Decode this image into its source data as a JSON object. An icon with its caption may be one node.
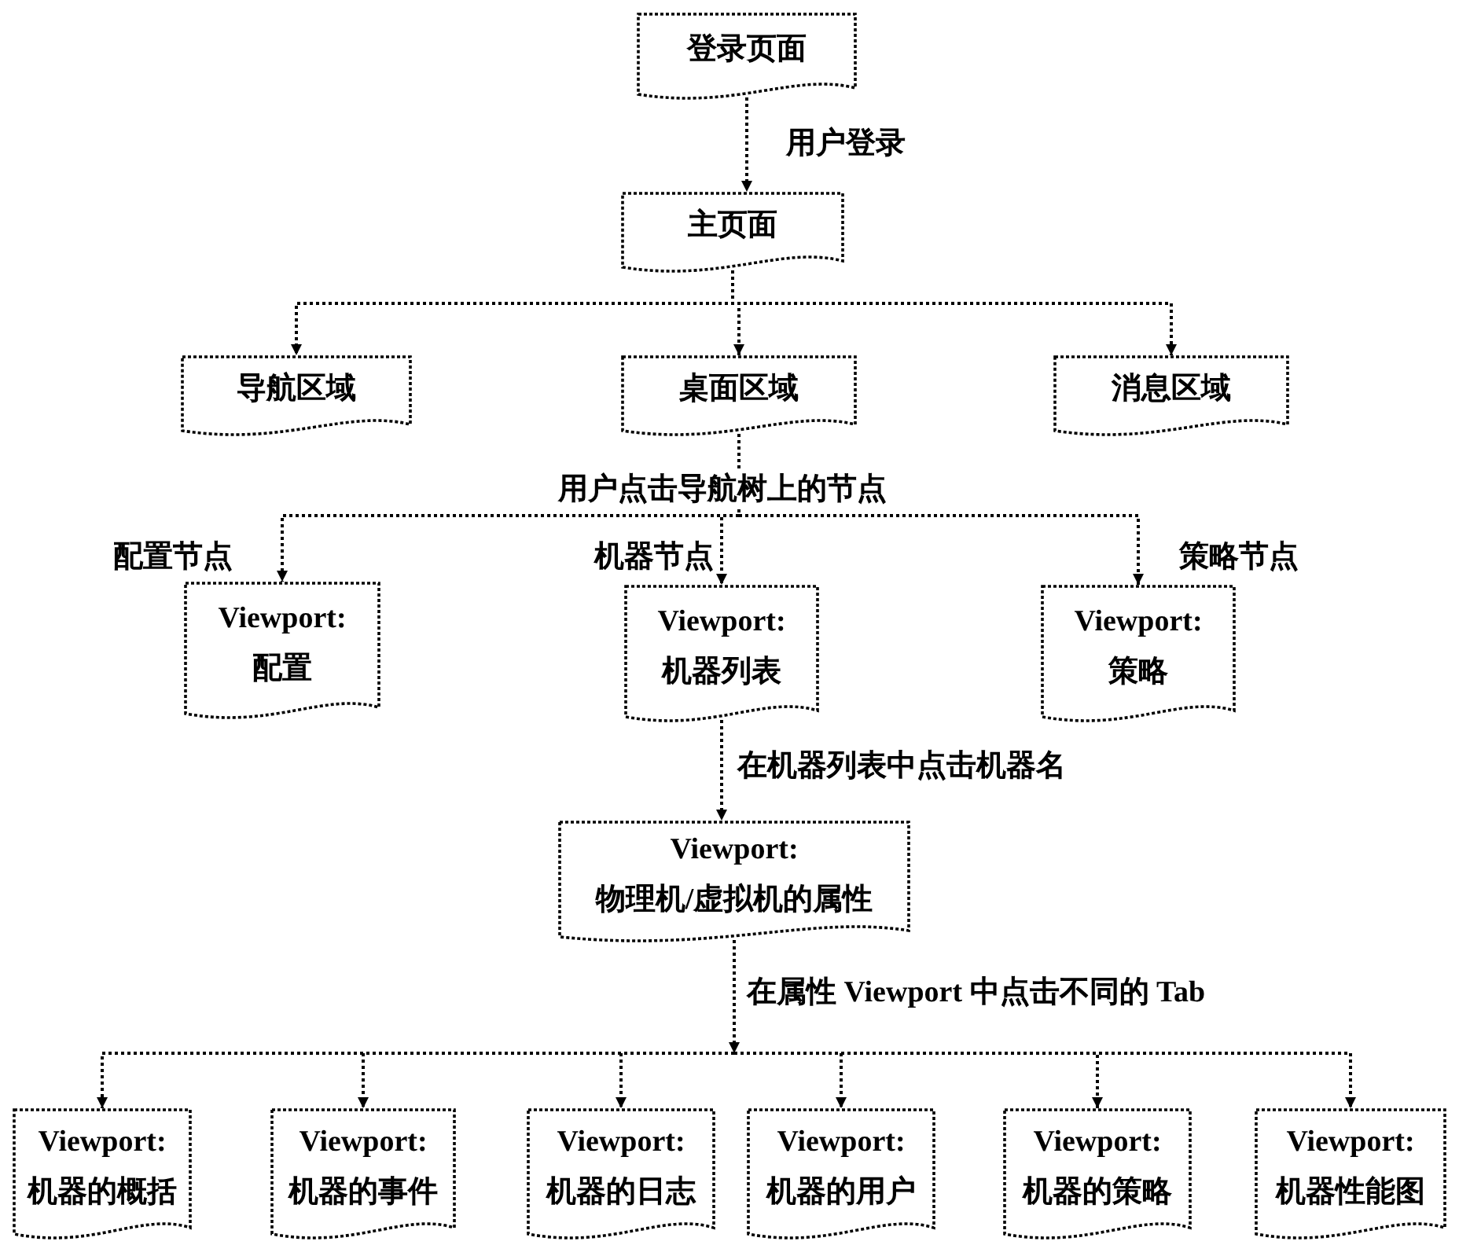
{
  "diagram": {
    "nodes": [
      {
        "text": [
          "登录页面"
        ]
      },
      {
        "text": [
          "主页面"
        ]
      },
      {
        "text": [
          "导航区域"
        ]
      },
      {
        "text": [
          "桌面区域"
        ]
      },
      {
        "text": [
          "消息区域"
        ]
      },
      {
        "text": [
          "Viewport:",
          "配置"
        ]
      },
      {
        "text": [
          "Viewport:",
          "机器列表"
        ]
      },
      {
        "text": [
          "Viewport:",
          "策略"
        ]
      },
      {
        "text": [
          "Viewport:",
          "物理机/虚拟机的属性"
        ]
      },
      {
        "text": [
          "Viewport:",
          "机器的概括"
        ]
      },
      {
        "text": [
          "Viewport:",
          "机器的事件"
        ]
      },
      {
        "text": [
          "Viewport:",
          "机器的日志"
        ]
      },
      {
        "text": [
          "Viewport:",
          "机器的用户"
        ]
      },
      {
        "text": [
          "Viewport:",
          "机器的策略"
        ]
      },
      {
        "text": [
          "Viewport:",
          "机器性能图"
        ]
      }
    ],
    "edges": [
      {
        "from": 0,
        "to": 1,
        "arrow": "to",
        "label": "用户登录",
        "style": "dashed"
      },
      {
        "from": 1,
        "to": 2,
        "arrow": "to",
        "style": "dashed"
      },
      {
        "from": 1,
        "to": 3,
        "arrow": "to",
        "style": "dashed"
      },
      {
        "from": 1,
        "to": 4,
        "arrow": "to",
        "style": "dashed"
      },
      {
        "from": 3,
        "to": 5,
        "arrow": "to",
        "label": "配置节点",
        "style": "dashed"
      },
      {
        "from": 3,
        "to": 6,
        "arrow": "to",
        "label": "机器节点",
        "style": "dashed"
      },
      {
        "from": 3,
        "to": 7,
        "arrow": "to",
        "label": "策略节点",
        "style": "dashed"
      },
      {
        "from": 6,
        "to": 8,
        "arrow": "to",
        "label": "在机器列表中点击机器名",
        "style": "dashed"
      },
      {
        "from": 8,
        "to": 9,
        "arrow": "to",
        "style": "dashed"
      },
      {
        "from": 8,
        "to": 10,
        "arrow": "to",
        "style": "dashed"
      },
      {
        "from": 8,
        "to": 11,
        "arrow": "to",
        "style": "dashed"
      },
      {
        "from": 8,
        "to": 12,
        "arrow": "to",
        "style": "dashed"
      },
      {
        "from": 8,
        "to": 13,
        "arrow": "to",
        "style": "dashed"
      },
      {
        "from": 8,
        "to": 14,
        "arrow": "to",
        "style": "dashed"
      }
    ],
    "labels": [
      "用户点击导航树上的节点",
      "在属性 Viewport 中点击不同的 Tab"
    ]
  }
}
